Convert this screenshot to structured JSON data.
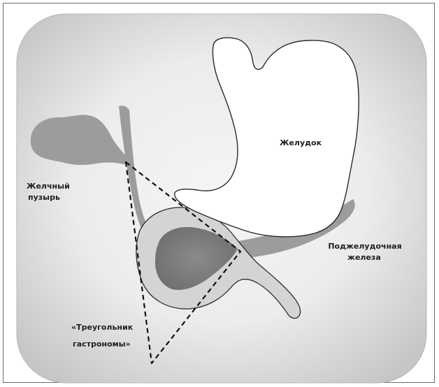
{
  "labels": {
    "stomach": "Желудок",
    "gallbladder_line1": "Желчный",
    "gallbladder_line2": "пузырь",
    "pancreas_line1": "Поджелудочная",
    "pancreas_line2": "железа",
    "triangle_line1": "«Треугольник",
    "triangle_line2": "гастрономы»"
  },
  "colors": {
    "panel_gradient_outer": "#c9c9c9",
    "panel_gradient_inner": "#f3f3f3",
    "organ_gray": "#9c9c9c",
    "organ_dark": "#7a7a7a",
    "duodenum_fill": "#d2d2d2",
    "stomach_fill": "#ffffff",
    "outline": "#2b2b2b",
    "triangle_stroke": "#111111"
  }
}
